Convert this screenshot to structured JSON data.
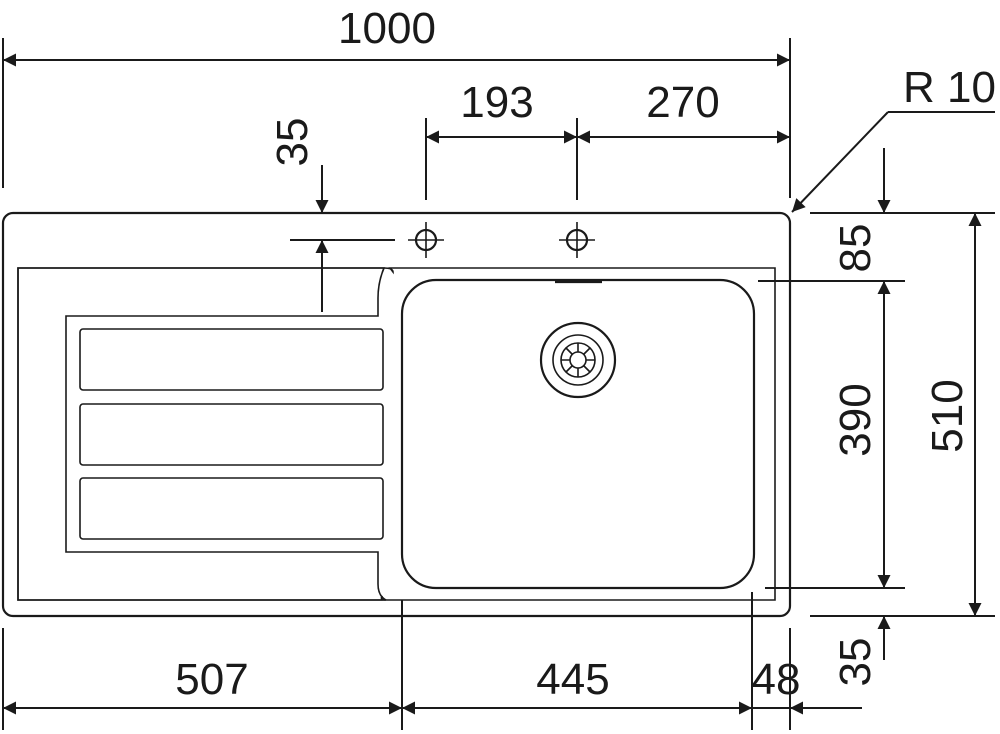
{
  "drawing": {
    "line_color": "#1a1a1a",
    "background_color": "#ffffff",
    "dimensions": {
      "overall_width": "1000",
      "tap_hole_spacing": "193",
      "tap_hole_to_edge": "270",
      "corner_radius": "R 10",
      "tap_hole_from_edge": "35",
      "back_margin": "85",
      "bowl_depth": "390",
      "overall_depth": "510",
      "front_margin": "35",
      "drainer_width": "507",
      "bowl_width": "445",
      "side_margin": "48"
    },
    "icons": {
      "tap_hole_left": "crosshair-circle-icon",
      "tap_hole_right": "crosshair-circle-icon",
      "drain": "drain-waste-icon"
    }
  }
}
